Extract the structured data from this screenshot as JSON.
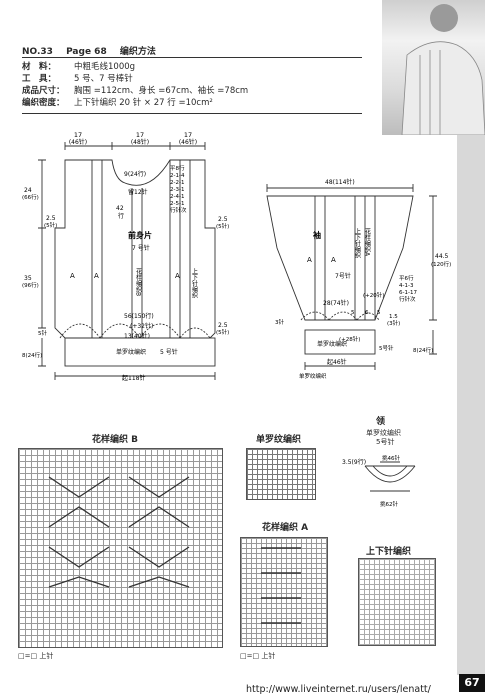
{
  "header": {
    "no": "NO.33",
    "page": "Page 68",
    "title": "编织方法"
  },
  "materials": [
    {
      "label": "材　料：",
      "value": "中粗毛线1000g"
    },
    {
      "label": "工　具：",
      "value": "5 号、7 号棒针"
    },
    {
      "label": "成品尺寸：",
      "value": "胸围 =112cm、身长 =67cm、袖长 =78cm"
    },
    {
      "label": "编织密度：",
      "value": "上下针编织  20 针 × 27 行 =10cm²"
    }
  ],
  "front": {
    "label": "前身片",
    "rows": "7 号针",
    "pattern_b": "花样编织B",
    "pattern_top": "上下针编织",
    "patt_a": "A",
    "w_left": "17",
    "w_left_st": "(46针)",
    "w_mid": "17",
    "w_mid_st": "(48针)",
    "w_right": "17",
    "w_right_st": "(46针)",
    "neck_depth": "9(24行)",
    "neck_st": "留12针",
    "shoulder_note": [
      "平8行",
      "2-1-4",
      "2-2-1",
      "2-3-1",
      "2-4-1",
      "2-5-1",
      "行针次"
    ],
    "height_top": "24",
    "height_top_rows": "(66行)",
    "armhole": "2.5",
    "armhole_st": "(5针)",
    "body_h": "35",
    "body_rows": "(96行)",
    "depth_42": "42",
    "depth_42_rows": "行",
    "rib_h": "8(24行)",
    "rib_side": "5针",
    "inc1": "56(150行)",
    "inc2": "(+32针)",
    "inc3": "13(40针)",
    "right_armhole": "2.5",
    "right_armhole_st": "(5针)",
    "rib_label": "单罗纹编织",
    "rib_needle": "5 号针",
    "bottom": "起118针"
  },
  "sleeve": {
    "label": "袖",
    "rows": "7号针",
    "pattern_top": "上下针编织",
    "pattern_a": "花样编织A",
    "patt_a": "A",
    "top_w": "48(114针)",
    "length": "44.5",
    "length_rows": "(120行)",
    "inc_note": [
      "平6行",
      "4-1-3",
      "6-1-17",
      "行针次"
    ],
    "inc_plus": "(+20针)",
    "mid": "28(74针)",
    "mid_a": "5",
    "mid_b": "6",
    "mid_c": "5",
    "plus28": "(+28针)",
    "st3a": "3针",
    "st3b": "1.5",
    "st3c": "(3针)",
    "rib_h": "8(24行)",
    "rib_needle": "5号针",
    "bottom": "起46针",
    "rib_label": "单罗纹编织"
  },
  "collar": {
    "title": "领",
    "rib": "单罗纹编织",
    "needle": "5号针",
    "w": "3.5(9行)",
    "top": "挑46针",
    "bottom": "挑62针"
  },
  "charts": {
    "b_title": "花样编织 B",
    "rib_title": "单罗纹编织",
    "a_title": "花样编织 A",
    "plain_title": "上下针编织",
    "legend": "□=□ 上针"
  },
  "page_number": "67",
  "footer_url": "http://www.liveinternet.ru/users/lenatt/"
}
